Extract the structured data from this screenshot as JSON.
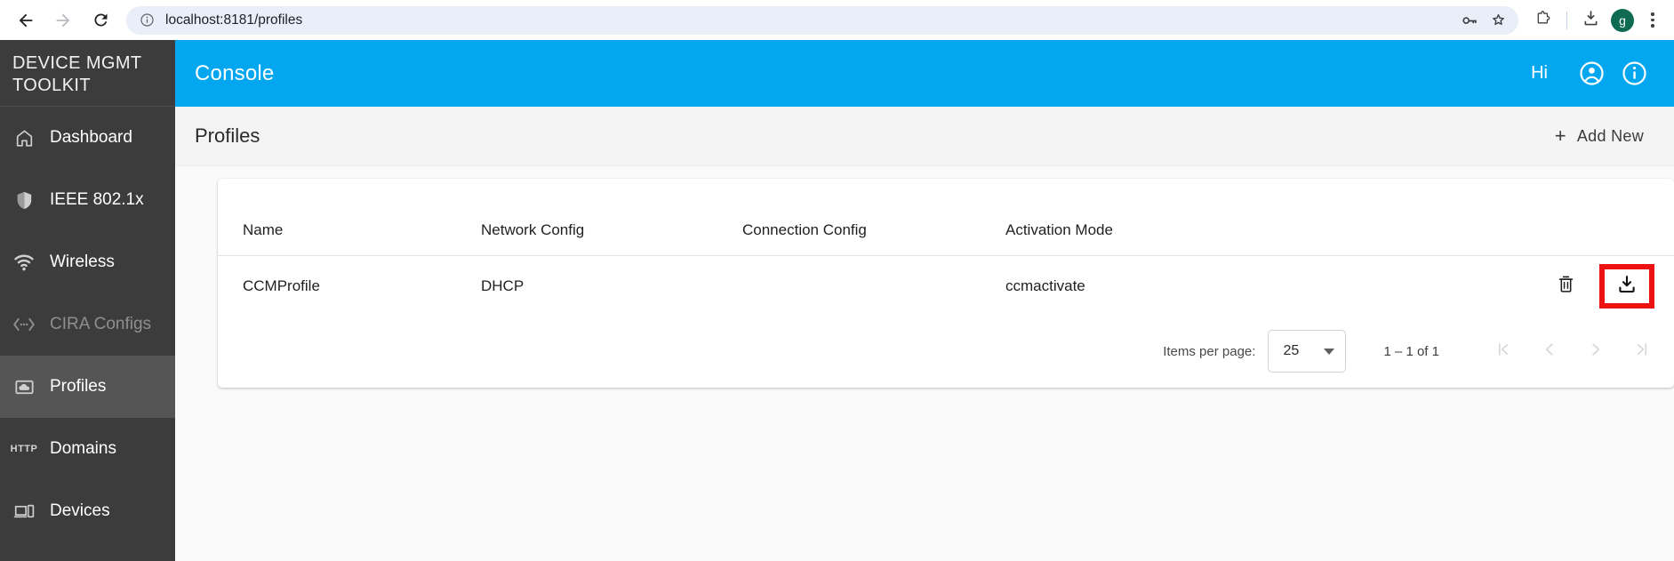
{
  "browser": {
    "back_icon": "arrow-left-icon",
    "forward_icon": "arrow-right-icon",
    "reload_icon": "reload-icon",
    "site_info_icon": "info-circle-icon",
    "url": "localhost:8181/profiles",
    "password_icon": "key-icon",
    "bookmark_icon": "star-icon",
    "extensions_icon": "puzzle-piece-icon",
    "downloads_icon": "download-icon",
    "profile_avatar_letter": "g",
    "menu_icon": "kebab-menu-icon"
  },
  "sidebar": {
    "brand": "DEVICE MGMT TOOLKIT",
    "items": [
      {
        "label": "Dashboard",
        "icon": "home-icon",
        "state": "default"
      },
      {
        "label": "IEEE 802.1x",
        "icon": "shield-icon",
        "state": "default"
      },
      {
        "label": "Wireless",
        "icon": "wifi-icon",
        "state": "default"
      },
      {
        "label": "CIRA Configs",
        "icon": "code-brackets-icon",
        "state": "disabled"
      },
      {
        "label": "Profiles",
        "icon": "cloud-upload-icon",
        "state": "active"
      },
      {
        "label": "Domains",
        "icon": "http-icon",
        "state": "default"
      },
      {
        "label": "Devices",
        "icon": "devices-icon",
        "state": "default"
      }
    ]
  },
  "topbar": {
    "title": "Console",
    "greeting": "Hi",
    "account_icon": "account-circle-icon",
    "info_icon": "info-circle-icon",
    "color": "#03a7f0"
  },
  "page": {
    "title": "Profiles",
    "add_new_label": "Add New",
    "add_new_plus": "+"
  },
  "table": {
    "columns": [
      "Name",
      "Network Config",
      "Connection Config",
      "Activation Mode"
    ],
    "rows": [
      {
        "name": "CCMProfile",
        "network_config": "DHCP",
        "connection_config": "",
        "activation_mode": "ccmactivate",
        "delete_icon": "trash-icon",
        "download_icon": "download-icon"
      }
    ]
  },
  "paginator": {
    "items_per_page_label": "Items per page:",
    "items_per_page_value": "25",
    "range_label": "1 – 1 of 1",
    "first_page_icon": "first-page-icon",
    "prev_page_icon": "chevron-left-icon",
    "next_page_icon": "chevron-right-icon",
    "last_page_icon": "last-page-icon"
  },
  "highlight": {
    "color": "#ee1111",
    "target": "download-profile-button"
  }
}
